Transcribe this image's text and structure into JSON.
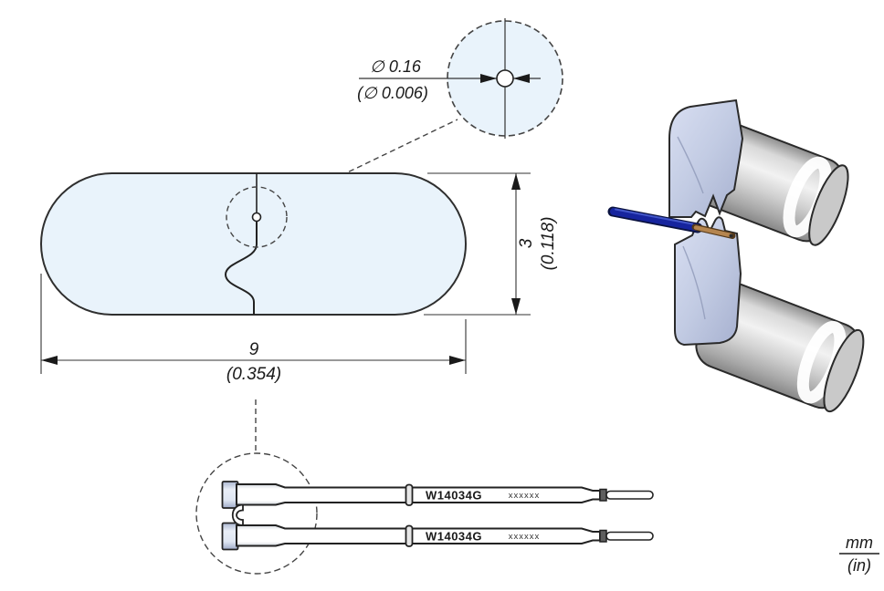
{
  "drawing": {
    "type": "technical-drawing",
    "callout": {
      "diameter_mm": "∅ 0.16",
      "diameter_in": "(∅ 0.006)"
    },
    "dimensions": {
      "width_mm": "9",
      "width_in": "(0.354)",
      "height_mm": "3",
      "height_in": "(0.118)"
    },
    "cartridges": [
      {
        "model": "W14034G",
        "serial": "xxxxxx"
      },
      {
        "model": "W14034G",
        "serial": "xxxxxx"
      }
    ],
    "units": {
      "numerator": "mm",
      "denominator": "(in)"
    },
    "colors": {
      "part_fill": "#e9f3fb",
      "outline": "#2f2f2f",
      "dashed_line": "#444444",
      "blade_lavender": "#c7cfe6",
      "metal_gray": "#c9c9c9",
      "wire_blue": "#16249e",
      "wire_copper": "#b5854f"
    }
  }
}
